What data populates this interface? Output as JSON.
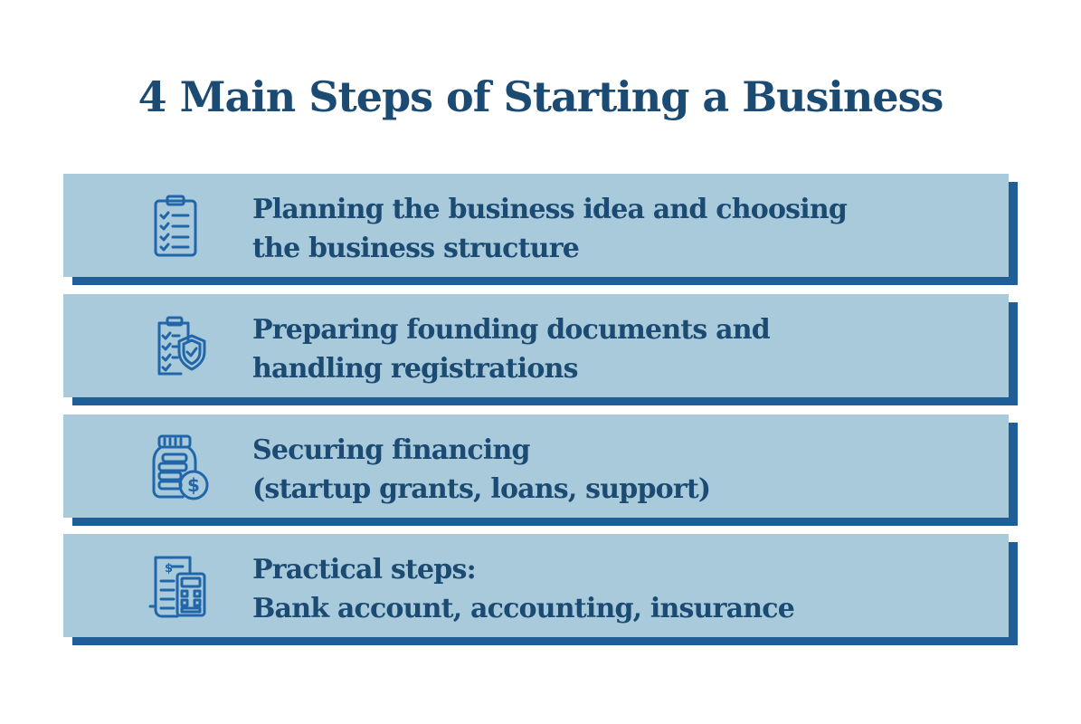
{
  "title": "4 Main Steps of Starting a Business",
  "steps": [
    {
      "icon": "clipboard-checklist-icon",
      "line1": "Planning the business idea and choosing",
      "line2": "the business structure"
    },
    {
      "icon": "document-shield-icon",
      "line1": "Preparing founding documents and",
      "line2": "handling registrations"
    },
    {
      "icon": "coin-jar-dollar-icon",
      "line1": "Securing financing",
      "line2": "(startup grants, loans, support)"
    },
    {
      "icon": "receipt-calculator-icon",
      "line1": "Practical steps:",
      "line2": "Bank account, accounting, insurance"
    }
  ],
  "colors": {
    "title": "#1b4a73",
    "card": "#a9cadb",
    "shadow": "#1f5e96",
    "icon": "#2166a8"
  }
}
